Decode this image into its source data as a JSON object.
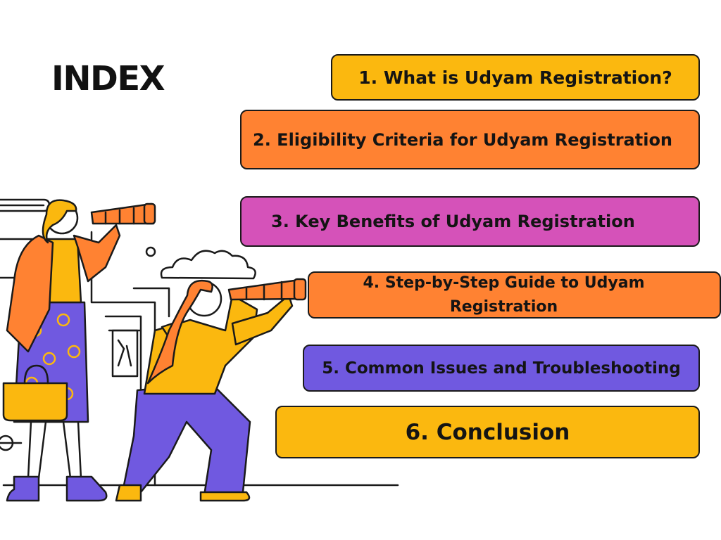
{
  "title": "INDEX",
  "colors": {
    "yellow": "#FBB80F",
    "orange": "#FF8232",
    "magenta": "#D552B9",
    "purple": "#7059E0",
    "ink": "#1a1a1a"
  },
  "items": [
    {
      "label": "1. What is Udyam Registration?",
      "color": "#FBB80F"
    },
    {
      "label": "2. Eligibility Criteria for Udyam Registration",
      "color": "#FF8232"
    },
    {
      "label": "3. Key Benefits of Udyam Registration",
      "color": "#D552B9"
    },
    {
      "label": "4. Step-by-Step Guide to Udyam Registration",
      "color": "#FF8232"
    },
    {
      "label": "5. Common Issues and Troubleshooting",
      "color": "#7059E0"
    },
    {
      "label": "6. Conclusion",
      "color": "#FBB80F"
    }
  ],
  "illustration": {
    "icon": "people-with-telescopes-illustration"
  }
}
